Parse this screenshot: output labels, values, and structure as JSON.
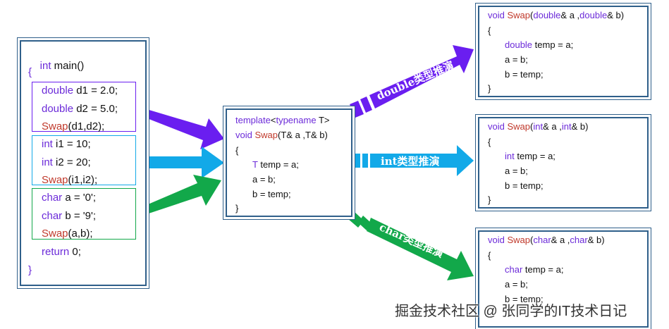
{
  "main": {
    "header_kw": "int",
    "header_rest": " main()",
    "open": "{",
    "d1_kw": "double",
    "d1_rest": " d1 = 2.0;",
    "d2_kw": "double",
    "d2_rest": " d2 = 5.0;",
    "swap_d_fn": "Swap",
    "swap_d_rest": "(d1,d2);",
    "i1_kw": "int",
    "i1_rest": " i1 = 10;",
    "i2_kw": "int",
    "i2_rest": " i2 = 20;",
    "swap_i_fn": "Swap",
    "swap_i_rest": "(i1,i2);",
    "ca_kw": "char",
    "ca_rest": " a = '0';",
    "cb_kw": "char",
    "cb_rest": " b = '9';",
    "swap_c_fn": "Swap",
    "swap_c_rest": "(a,b);",
    "ret_kw": "return",
    "ret_rest": " 0;",
    "close": "}"
  },
  "template": {
    "l1_kw": "template",
    "l1_mid": "<",
    "l1_kw2": "typename",
    "l1_rest": " T>",
    "l2_kw": "void",
    "l2_sp": " ",
    "l2_fn": "Swap",
    "l2_rest": "(T& a ,T& b)",
    "open": "{",
    "l3_kw": "T",
    "l3_rest": " temp = a;",
    "l4": "a = b;",
    "l5": "b = temp;",
    "close": "}"
  },
  "double_fn": {
    "kw": "void",
    "fn": "Swap",
    "p1": "(",
    "kw2": "double",
    "p2": "& a ,",
    "kw3": "double",
    "p3": "& b)",
    "open": "{",
    "t_kw": "double",
    "t_rest": " temp = a;",
    "l2": "a = b;",
    "l3": "b = temp;",
    "close": "}"
  },
  "int_fn": {
    "kw": "void",
    "fn": "Swap",
    "p1": "(",
    "kw2": "int",
    "p2": "& a ,",
    "kw3": "int",
    "p3": "& b)",
    "open": "{",
    "t_kw": "int",
    "t_rest": " temp = a;",
    "l2": "a = b;",
    "l3": "b = temp;",
    "close": "}"
  },
  "char_fn": {
    "kw": "void",
    "fn": "Swap",
    "p1": "(",
    "kw2": "char",
    "p2": "& a ,",
    "kw3": "char",
    "p3": "& b)",
    "open": "{",
    "t_kw": "char",
    "t_rest": " temp = a;",
    "l2": "a = b;",
    "l3": "b = temp;"
  },
  "labels": {
    "double": "double类型推演",
    "int": "int类型推演",
    "char": "char类型推演"
  },
  "colors": {
    "purple": "#6a1ef0",
    "blue": "#12a9e8",
    "green": "#12a84a",
    "frame": "#2f5f8a",
    "keyword": "#6c2bd9",
    "function": "#c0392b"
  },
  "watermark": "掘金技术社区 @ 张同学的IT技术日记"
}
